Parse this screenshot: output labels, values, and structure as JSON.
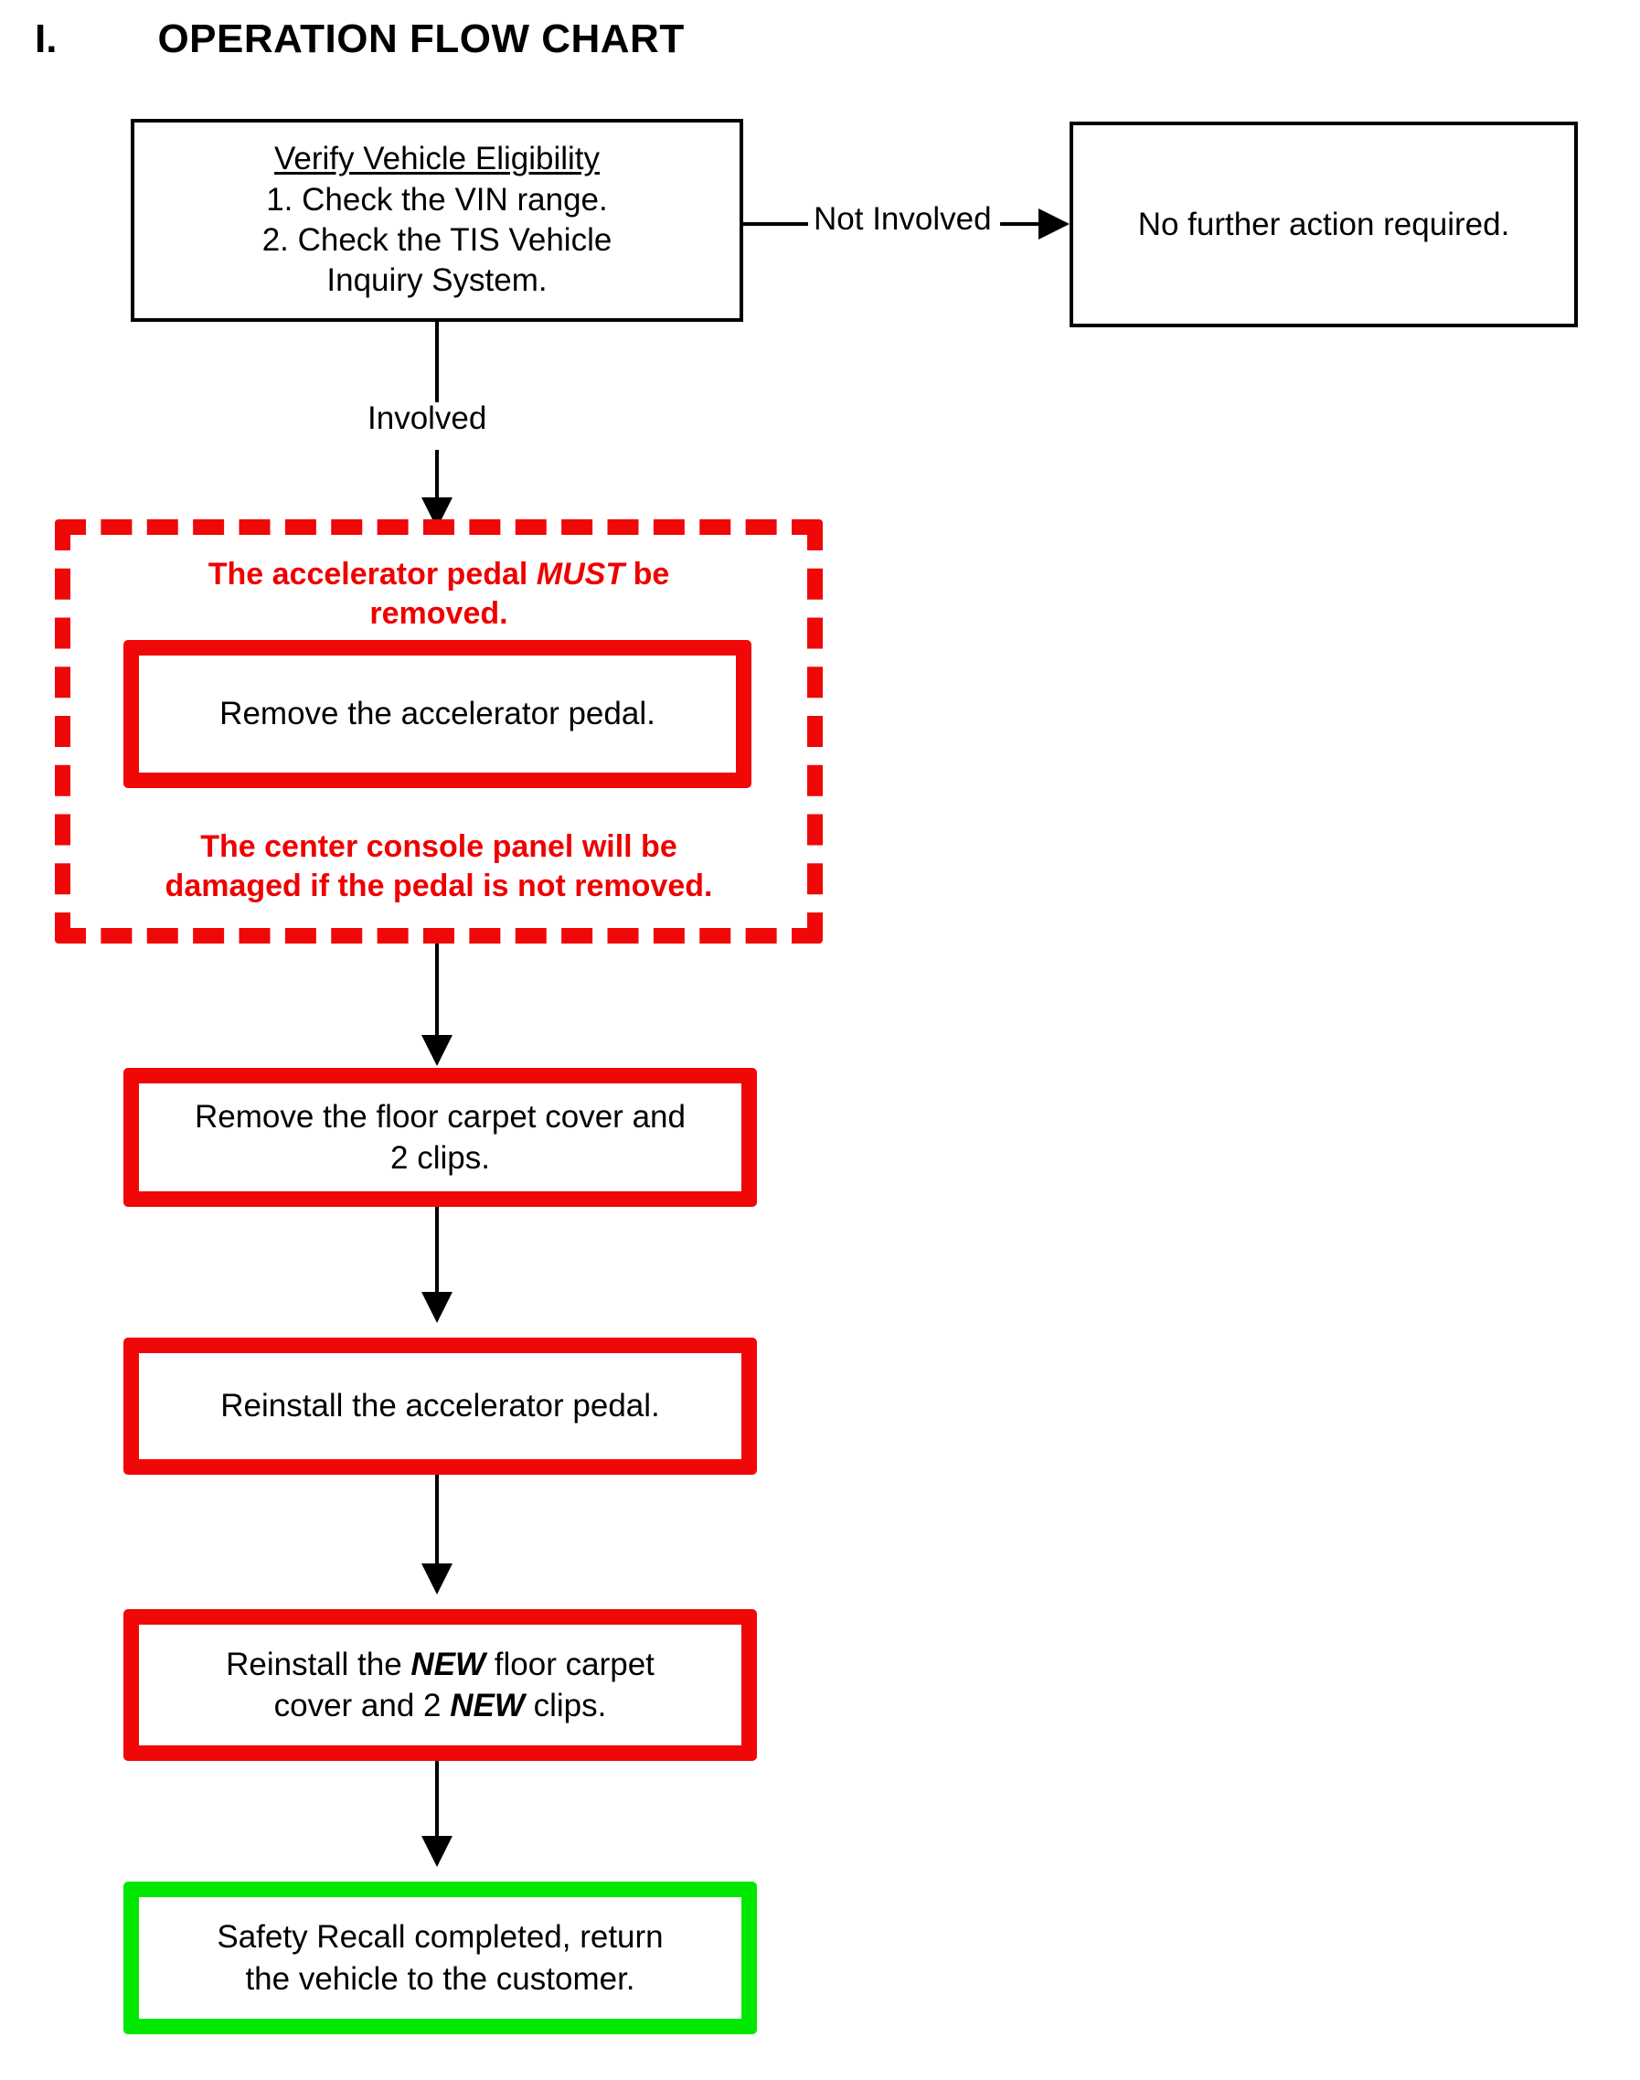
{
  "title": {
    "numeral": "I.",
    "text": "OPERATION FLOW CHART"
  },
  "colors": {
    "red": "#F00808",
    "green": "#00E800",
    "warning_text": "#EE0000",
    "black": "#000000"
  },
  "nodes": {
    "eligibility": {
      "heading": "Verify Vehicle Eligibility",
      "line1": "1. Check the VIN range.",
      "line2": "2. Check the TIS Vehicle",
      "line3": "Inquiry System."
    },
    "no_action": {
      "text": "No further action required."
    },
    "warning": {
      "top_line1": "The accelerator pedal ",
      "top_emphasis": "MUST",
      "top_line2": " be",
      "top_line3": "removed.",
      "bottom_line1": "The center console panel will be",
      "bottom_line2": "damaged if the pedal is not removed."
    },
    "remove_pedal": {
      "text": "Remove the accelerator pedal."
    },
    "remove_carpet": {
      "line1": "Remove the floor carpet cover and",
      "line2": "2 clips."
    },
    "reinstall_pedal": {
      "text": "Reinstall the accelerator pedal."
    },
    "reinstall_carpet": {
      "seg1": "Reinstall the ",
      "emph1": "NEW",
      "seg2": " floor carpet",
      "seg3": "cover and 2 ",
      "emph2": "NEW",
      "seg4": " clips."
    },
    "complete": {
      "line1": "Safety Recall completed, return",
      "line2": "the vehicle to the customer."
    }
  },
  "edges": {
    "not_involved": "Not Involved",
    "involved": "Involved"
  },
  "chart_data": {
    "type": "diagram",
    "title": "I.    OPERATION FLOW CHART",
    "nodes": [
      {
        "id": "eligibility",
        "label": "Verify Vehicle Eligibility / 1. Check the VIN range. / 2. Check the TIS Vehicle Inquiry System.",
        "style": "black-border"
      },
      {
        "id": "no_action",
        "label": "No further action required.",
        "style": "black-border"
      },
      {
        "id": "warning",
        "label": "The accelerator pedal MUST be removed. / The center console panel will be damaged if the pedal is not removed.",
        "style": "red-dashed"
      },
      {
        "id": "remove_pedal",
        "label": "Remove the accelerator pedal.",
        "style": "red-border"
      },
      {
        "id": "remove_carpet",
        "label": "Remove the floor carpet cover and 2 clips.",
        "style": "red-border"
      },
      {
        "id": "reinstall_pedal",
        "label": "Reinstall the accelerator pedal.",
        "style": "red-border"
      },
      {
        "id": "reinstall_carpet",
        "label": "Reinstall the NEW floor carpet cover and 2 NEW clips.",
        "style": "red-border"
      },
      {
        "id": "complete",
        "label": "Safety Recall completed, return the vehicle to the customer.",
        "style": "green-border"
      }
    ],
    "edges": [
      {
        "from": "eligibility",
        "to": "no_action",
        "label": "Not Involved"
      },
      {
        "from": "eligibility",
        "to": "warning",
        "label": "Involved"
      },
      {
        "from": "warning",
        "to": "remove_carpet",
        "label": ""
      },
      {
        "from": "remove_carpet",
        "to": "reinstall_pedal",
        "label": ""
      },
      {
        "from": "reinstall_pedal",
        "to": "reinstall_carpet",
        "label": ""
      },
      {
        "from": "reinstall_carpet",
        "to": "complete",
        "label": ""
      }
    ]
  }
}
